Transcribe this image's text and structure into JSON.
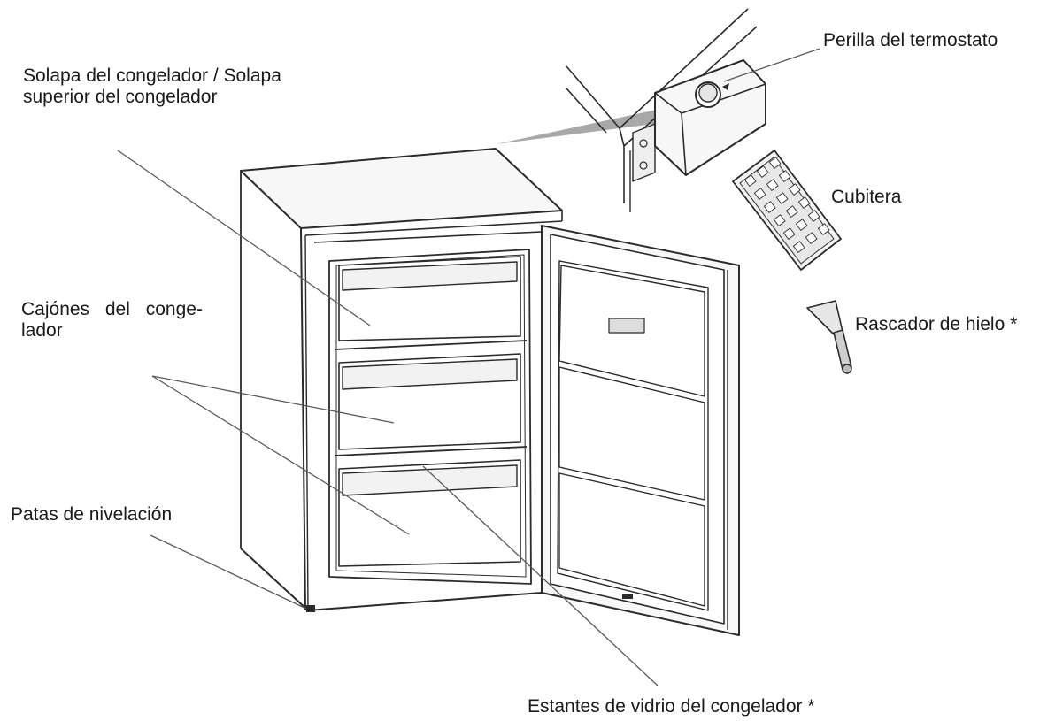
{
  "labels": {
    "thermostat_knob": "Perilla del termostato",
    "freezer_flap_line1": "Solapa del congelador / Solapa",
    "freezer_flap_line2": "superior del congelador",
    "ice_tray": "Cubitera",
    "ice_scraper": "Rascador de hielo *",
    "freezer_drawers_line1": "Cajónes del conge-",
    "freezer_drawers_line2": "lador",
    "leveling_feet": "Patas de nivelación",
    "glass_shelves": "Estantes de vidrio del congelador *"
  },
  "colors": {
    "stroke": "#2b2b2b",
    "leader": "#5a5a5a",
    "callout_wedge": "#a8a8a8",
    "appliance_fill": "#f7f7f7",
    "background": "#ffffff"
  }
}
